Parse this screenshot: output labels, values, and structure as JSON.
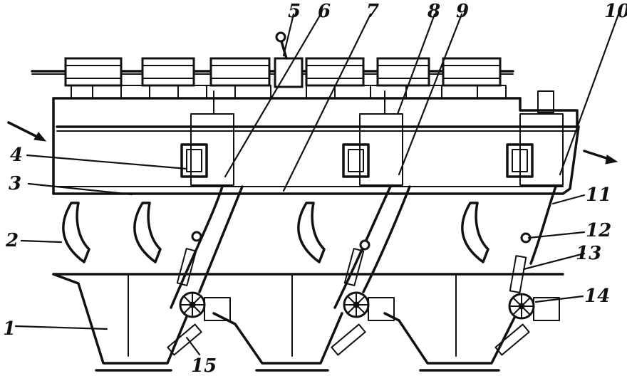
{
  "callouts": [
    {
      "id": "1",
      "text": "1"
    },
    {
      "id": "2",
      "text": "2"
    },
    {
      "id": "3",
      "text": "3"
    },
    {
      "id": "4",
      "text": "4"
    },
    {
      "id": "5",
      "text": "5"
    },
    {
      "id": "6",
      "text": "6"
    },
    {
      "id": "7",
      "text": "7"
    },
    {
      "id": "8",
      "text": "8"
    },
    {
      "id": "9",
      "text": "9"
    },
    {
      "id": "10",
      "text": "10"
    },
    {
      "id": "11",
      "text": "11"
    },
    {
      "id": "12",
      "text": "12"
    },
    {
      "id": "13",
      "text": "13"
    },
    {
      "id": "14",
      "text": "14"
    },
    {
      "id": "15",
      "text": "15"
    }
  ],
  "colors": {
    "ink": "#111111",
    "background": "#ffffff"
  }
}
